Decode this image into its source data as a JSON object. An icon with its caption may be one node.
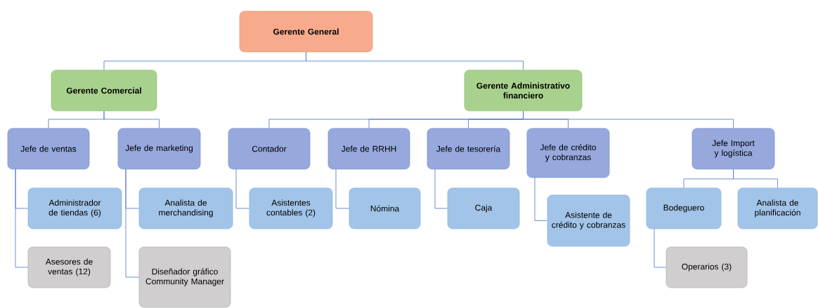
{
  "diagram": {
    "nodes": [
      {
        "text": [
          "Gerente General"
        ]
      },
      {
        "text": [
          "Gerente Comercial"
        ]
      },
      {
        "text": [
          "Gerente Administrativo financiero"
        ]
      },
      {
        "text": [
          "Jefe de ventas"
        ]
      },
      {
        "text": [
          "Jefe de marketing"
        ]
      },
      {
        "text": [
          "Contador"
        ]
      },
      {
        "text": [
          "Jefe de RRHH"
        ]
      },
      {
        "text": [
          "Jefe de tesorería"
        ]
      },
      {
        "text": [
          "Jefe de crédito y cobranzas"
        ]
      },
      {
        "text": [
          "Jefe Import y logística"
        ]
      },
      {
        "text": [
          "Administrador de tiendas (6)"
        ]
      },
      {
        "text": [
          "Asesores de ventas (12)"
        ]
      },
      {
        "text": [
          "Analista de merchandising"
        ]
      },
      {
        "text": [
          "Diseñador gráfico Community Manager"
        ]
      },
      {
        "text": [
          "Asistentes contables (2)"
        ]
      },
      {
        "text": [
          "Nómina"
        ]
      },
      {
        "text": [
          "Caja"
        ]
      },
      {
        "text": [
          "Asistente de crédito y cobranzas"
        ]
      },
      {
        "text": [
          "Bodeguero"
        ]
      },
      {
        "text": [
          "Analista de planificación"
        ]
      },
      {
        "text": [
          "Operarios (3)"
        ]
      }
    ],
    "edges": [
      {
        "from": 0,
        "to": 1,
        "arrow": "none"
      },
      {
        "from": 0,
        "to": 2,
        "arrow": "none"
      },
      {
        "from": 1,
        "to": 3,
        "arrow": "none"
      },
      {
        "from": 1,
        "to": 4,
        "arrow": "none"
      },
      {
        "from": 2,
        "to": 5,
        "arrow": "none"
      },
      {
        "from": 2,
        "to": 6,
        "arrow": "none"
      },
      {
        "from": 2,
        "to": 7,
        "arrow": "none"
      },
      {
        "from": 2,
        "to": 8,
        "arrow": "none"
      },
      {
        "from": 2,
        "to": 9,
        "arrow": "none"
      },
      {
        "from": 3,
        "to": 10,
        "arrow": "none"
      },
      {
        "from": 3,
        "to": 11,
        "arrow": "none"
      },
      {
        "from": 4,
        "to": 12,
        "arrow": "none"
      },
      {
        "from": 4,
        "to": 13,
        "arrow": "none"
      },
      {
        "from": 5,
        "to": 14,
        "arrow": "none"
      },
      {
        "from": 6,
        "to": 15,
        "arrow": "none"
      },
      {
        "from": 7,
        "to": 16,
        "arrow": "none"
      },
      {
        "from": 8,
        "to": 17,
        "arrow": "none"
      },
      {
        "from": 9,
        "to": 18,
        "arrow": "none"
      },
      {
        "from": 9,
        "to": 19,
        "arrow": "none"
      },
      {
        "from": 18,
        "to": 20,
        "arrow": "none"
      }
    ]
  }
}
